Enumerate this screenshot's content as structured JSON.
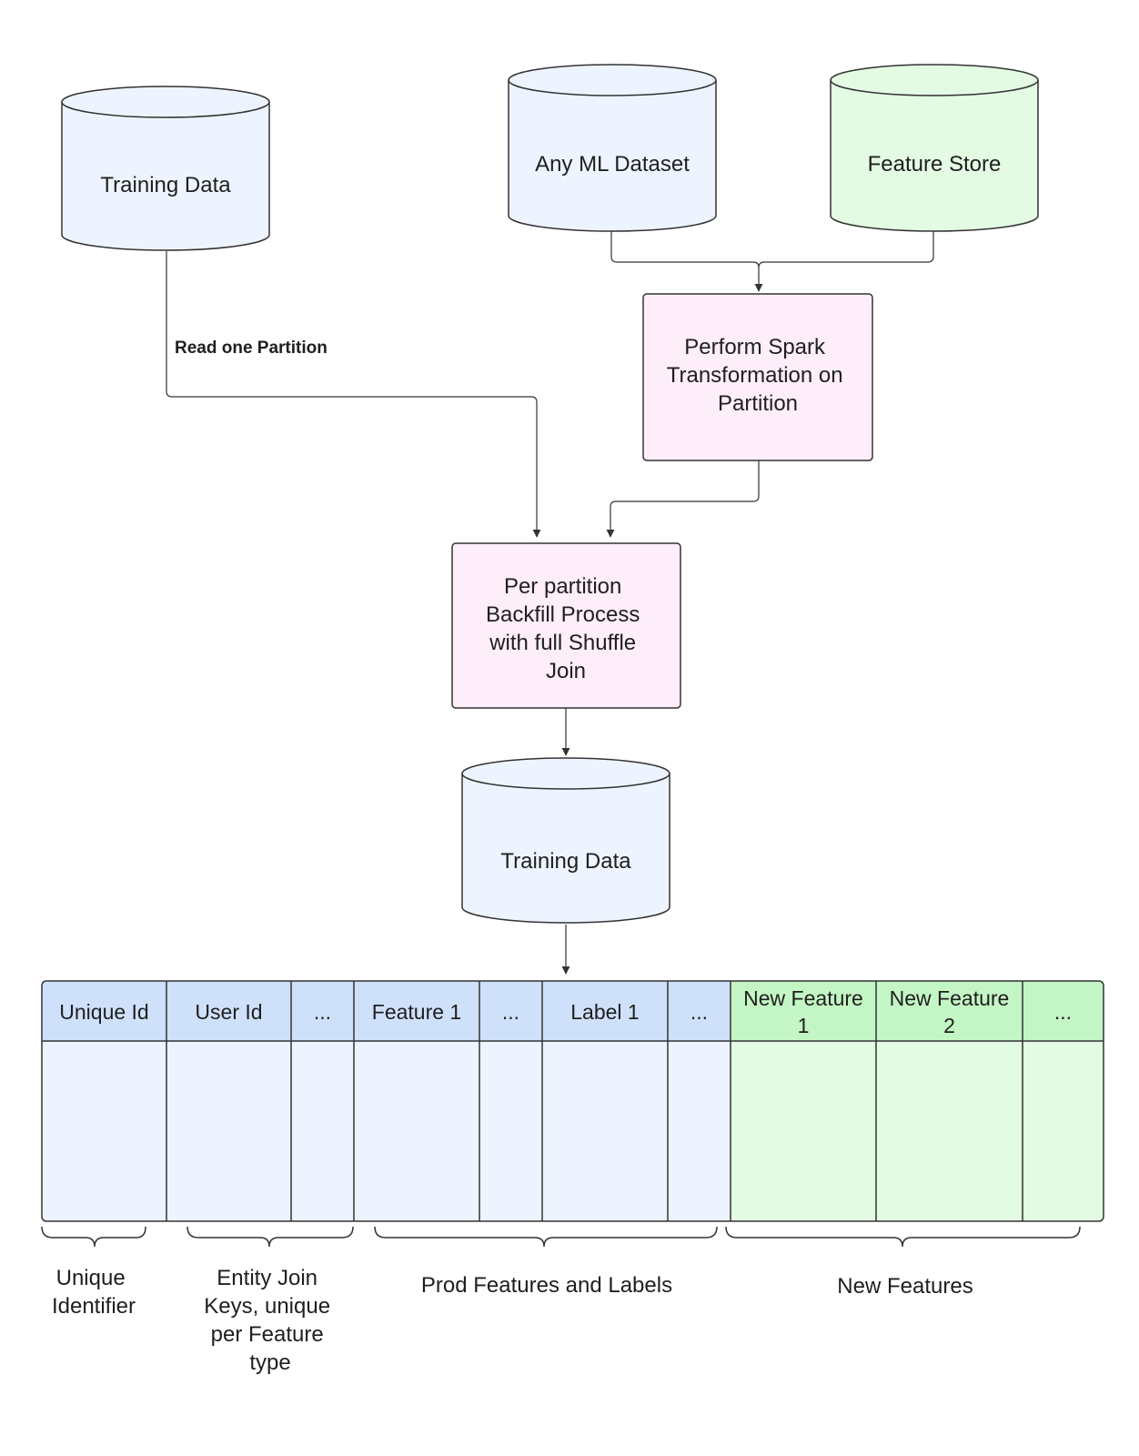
{
  "diagram": {
    "nodes": {
      "training_data_source": {
        "label": "Training Data",
        "fill": "#EEF4FF",
        "stroke": "#333333"
      },
      "any_ml_dataset": {
        "label": "Any ML Dataset",
        "fill": "#EEF4FF",
        "stroke": "#333333"
      },
      "feature_store": {
        "label": "Feature Store",
        "fill": "#E3FBE3",
        "stroke": "#333333"
      },
      "spark_transformation": {
        "lines": [
          "Perform Spark",
          "Transformation on",
          "Partition"
        ],
        "fill": "#FDEEF9",
        "stroke": "#333333"
      },
      "backfill_process": {
        "lines": [
          "Per partition",
          "Backfill Process",
          "with full Shuffle",
          "Join"
        ],
        "fill": "#FDEEF9",
        "stroke": "#333333"
      },
      "training_data_output": {
        "label": "Training Data",
        "fill": "#EEF4FF",
        "stroke": "#333333"
      }
    },
    "edge_labels": {
      "read_one_partition": "Read one Partition"
    },
    "table": {
      "columns": [
        {
          "lines": [
            "Unique Id"
          ],
          "group": "existing"
        },
        {
          "lines": [
            "User Id"
          ],
          "group": "existing"
        },
        {
          "lines": [
            "..."
          ],
          "group": "existing"
        },
        {
          "lines": [
            "Feature 1"
          ],
          "group": "existing"
        },
        {
          "lines": [
            "..."
          ],
          "group": "existing"
        },
        {
          "lines": [
            "Label 1"
          ],
          "group": "existing"
        },
        {
          "lines": [
            "..."
          ],
          "group": "existing"
        },
        {
          "lines": [
            "New Feature",
            "1"
          ],
          "group": "new"
        },
        {
          "lines": [
            "New Feature",
            "2"
          ],
          "group": "new"
        },
        {
          "lines": [
            "..."
          ],
          "group": "new"
        }
      ],
      "colors": {
        "existing_header": "#CFE0FA",
        "existing_body": "#EEF4FF",
        "new_header": "#C4F5C4",
        "new_body": "#E3FBE3"
      }
    },
    "brace_labels": [
      {
        "lines": [
          "Unique",
          "Identifier"
        ]
      },
      {
        "lines": [
          "Entity Join",
          "Keys, unique",
          "per Feature",
          "type"
        ]
      },
      {
        "lines": [
          "Prod Features and Labels"
        ]
      },
      {
        "lines": [
          "New Features"
        ]
      }
    ]
  }
}
